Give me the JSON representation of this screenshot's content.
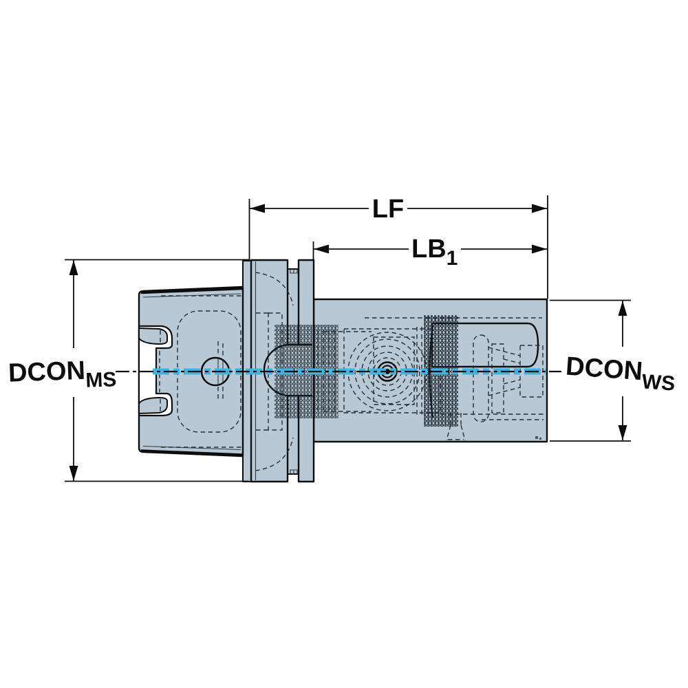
{
  "labels": {
    "lf": {
      "text": "LF"
    },
    "lb1": {
      "text": "LB",
      "sub": "1"
    },
    "dcon_ms": {
      "text": "DCON",
      "sub": "MS"
    },
    "dcon_ws": {
      "text": "DCON",
      "sub": "WS"
    }
  },
  "colors": {
    "body_fill": "#b8c9d5",
    "outline": "#0d0d0d",
    "coolant_line": "#3ab6e2",
    "background": "#ffffff"
  }
}
